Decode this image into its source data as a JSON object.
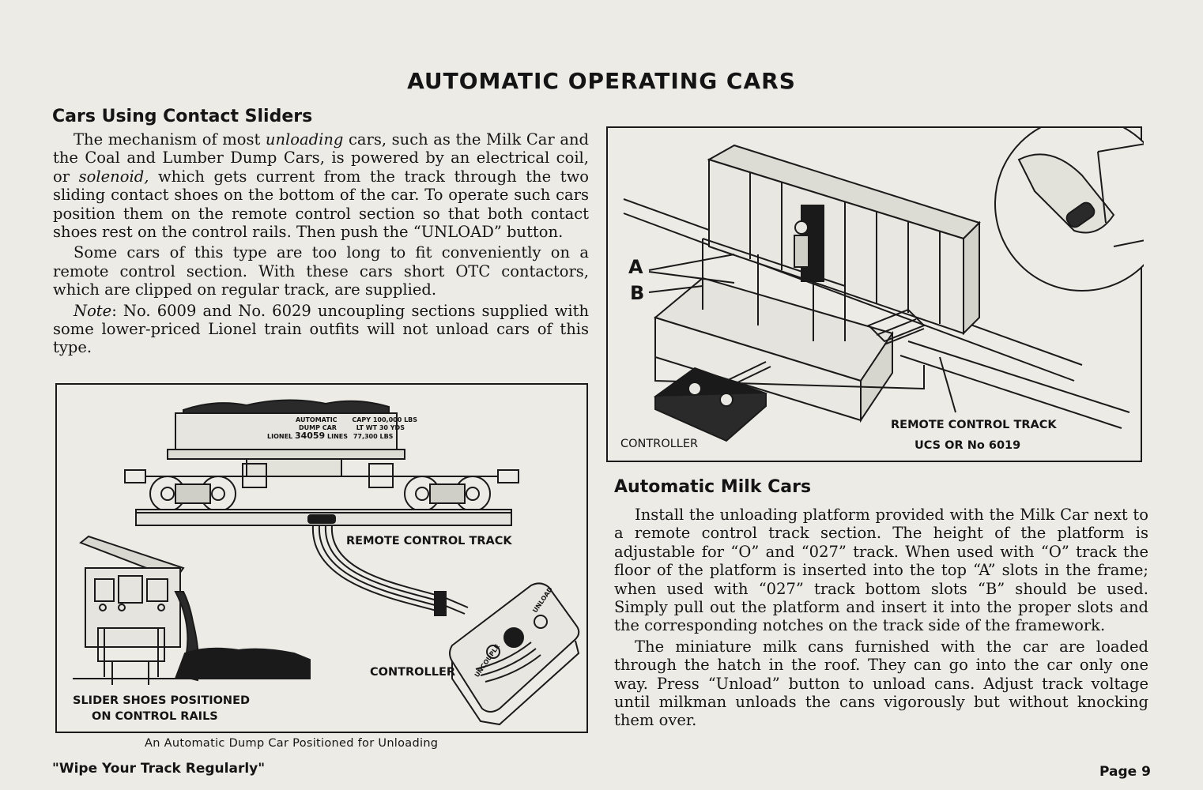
{
  "page": {
    "title": "AUTOMATIC OPERATING CARS",
    "footer_slogan": "\"Wipe Your Track Regularly\"",
    "page_number": "Page 9"
  },
  "sliders_section": {
    "heading": "Cars Using Contact Sliders",
    "p1_a": "The mechanism of most ",
    "p1_em1": "unloading",
    "p1_b": " cars, such as the Milk Car and the Coal and Lumber Dump Cars, is powered by an electrical coil, or ",
    "p1_em2": "solenoid,",
    "p1_c": " which gets current from the track through the two sliding contact shoes on the bottom of the car. To operate such cars position them on the remote control section so that both contact shoes rest on the control rails. Then push the “UNLOAD” button.",
    "p2": "Some cars of this type are too long to fit conveniently on a remote control section. With these cars short OTC contactors, which are clipped on regular track, are supplied.",
    "p3_em": "Note",
    "p3_rest": ": No. 6009 and No. 6029 uncoupling sections supplied with some lower-priced Lionel train outfits will not unload cars of this type."
  },
  "dump_car_figure": {
    "car_markings": [
      "AUTOMATIC",
      "DUMP CAR",
      "LIONEL",
      "34059",
      "LINES",
      "CAPY 100,000 LBS",
      "LT WT 30 YDS",
      "77,300 LBS"
    ],
    "remote_track_label": "REMOTE CONTROL TRACK",
    "controller_label": "CONTROLLER",
    "slider_label_line1": "SLIDER SHOES POSITIONED",
    "slider_label_line2": "ON CONTROL RAILS",
    "controller_uncouple": "UNCOUPLE",
    "controller_unload": "UNLOAD",
    "caption": "An Automatic Dump Car Positioned for Unloading"
  },
  "milk_car_figure": {
    "letter_a": "A",
    "letter_b": "B",
    "controller_label": "CONTROLLER",
    "track_label_line1": "REMOTE CONTROL TRACK",
    "track_label_line2": "UCS OR No 6019"
  },
  "milk_section": {
    "heading": "Automatic Milk Cars",
    "p1": "Install the unloading platform provided with the Milk Car next to a remote control track section. The height of the platform is adjustable for “O” and “027” track. When used with “O” track the floor of the platform is inserted into the top “A” slots in the frame; when used with “027” track bottom slots “B” should be used. Simply pull out the platform and insert it into the proper slots and the corresponding notches on the track side of the framework.",
    "p2": "The miniature milk cans furnished with the car are loaded through the hatch in the roof. They can go into the car only one way. Press “Unload” button to unload cans. Adjust track voltage until milkman unloads the cans vigorously but without knocking them over."
  }
}
